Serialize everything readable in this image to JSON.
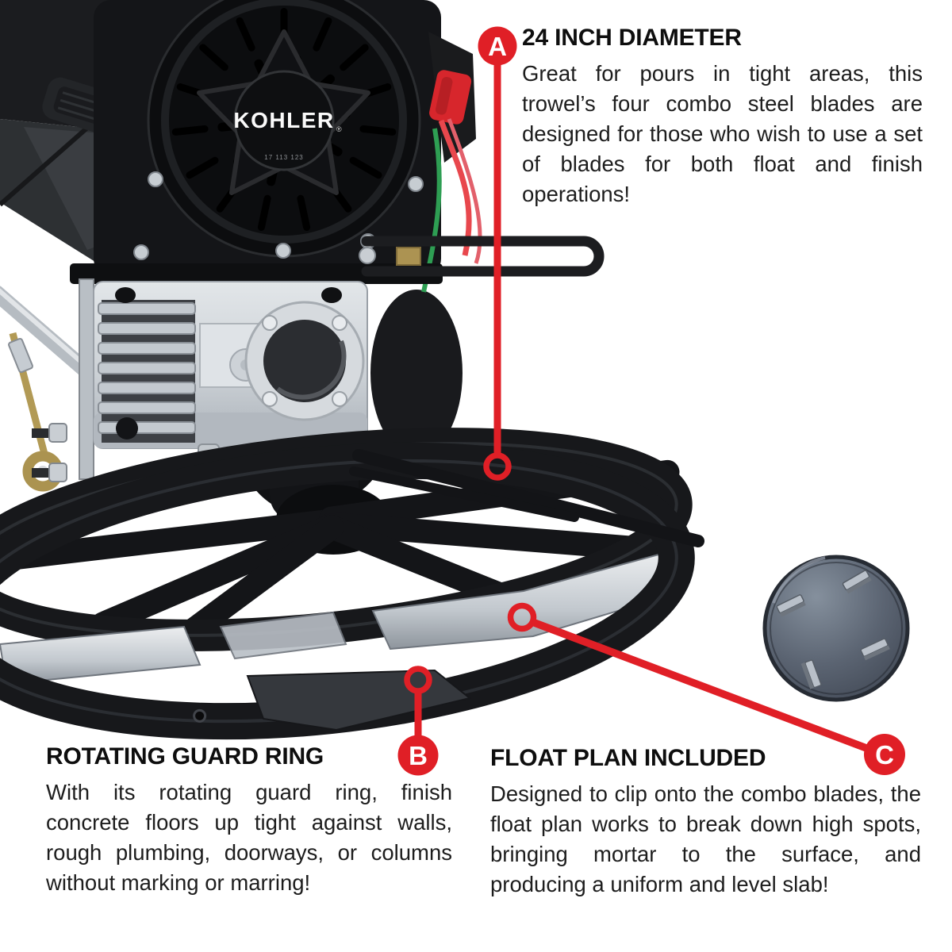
{
  "accent_color": "#e01f26",
  "product_image": {
    "engine_brand": "KOHLER",
    "registered_mark": "®",
    "engine_model_number": "17 113 123"
  },
  "callouts": [
    {
      "letter": "A",
      "title": "24 INCH DIAMETER",
      "body": "Great for pours in tight areas, this trowel’s four combo steel blades are designed for those who wish to use a set of blades for both float and finish operations!"
    },
    {
      "letter": "B",
      "title": "ROTATING GUARD RING",
      "body": "With its rotating guard ring, finish concrete floors up tight against walls, rough plumbing, doorways, or columns without marking or marring!"
    },
    {
      "letter": "C",
      "title": "FLOAT PLAN INCLUDED",
      "body": "Designed to clip onto the combo blades, the float plan works to break down high spots, bringing mortar to the surface, and producing a uniform and level slab!"
    }
  ]
}
